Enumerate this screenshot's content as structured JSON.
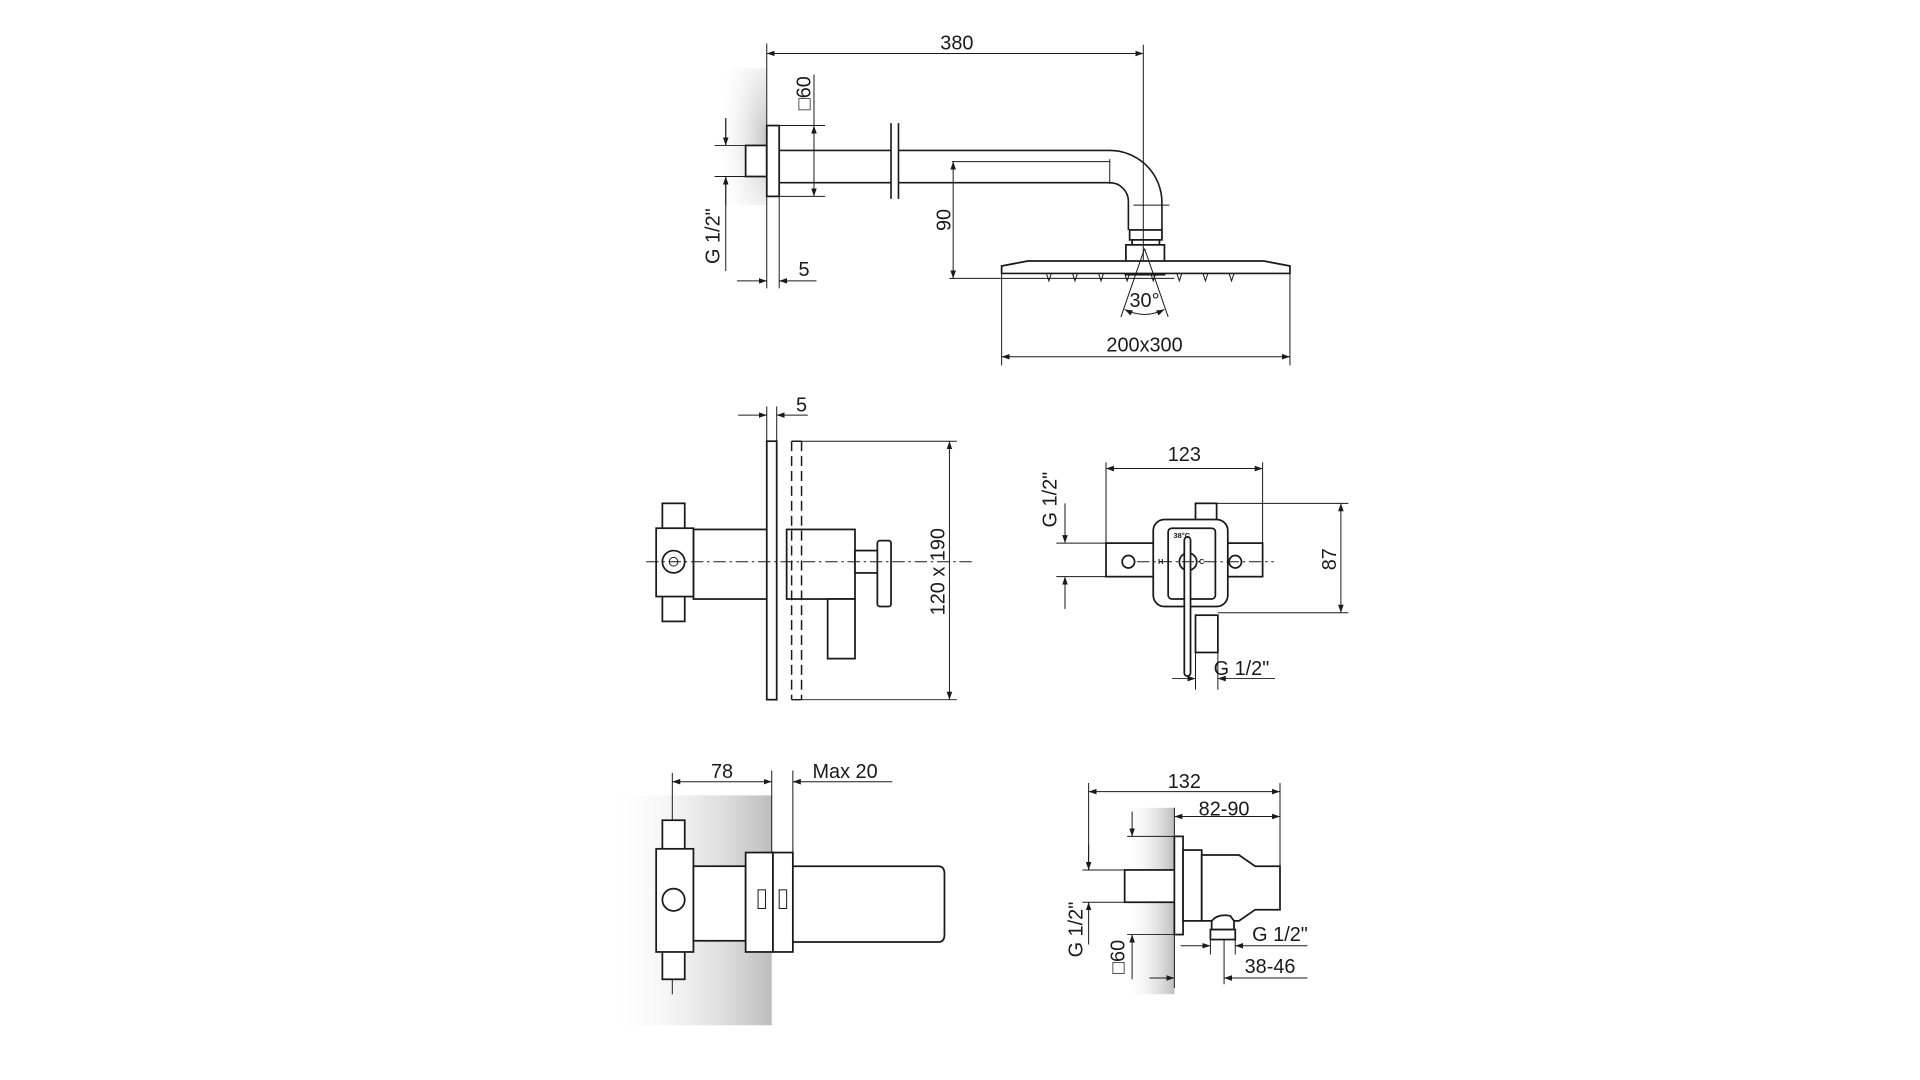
{
  "title": "Shower set technical drawing",
  "shower_arm": {
    "length": "380",
    "plate": "□60",
    "thread": "G 1/2\"",
    "plate_thickness": "5",
    "drop": "90",
    "spray_angle": "30°",
    "head_size": "200x300"
  },
  "mixer_side": {
    "plate_thickness": "5",
    "plate_size": "120 x 190"
  },
  "mixer_front": {
    "width": "123",
    "height": "87",
    "thread_left": "G 1/2\"",
    "thread_bottom": "G 1/2\"",
    "marks": {
      "temp": "38°C",
      "hot": "H",
      "cold": "C"
    }
  },
  "mixer_depth": {
    "depth": "78",
    "max": "Max 20"
  },
  "wall_outlet": {
    "length": "132",
    "projection": "82-90",
    "thread_left": "G 1/2\"",
    "plate": "□60",
    "thread_outlet": "G 1/2\"",
    "outlet_offset": "38-46"
  },
  "colors": {
    "line": "#1a1a1a",
    "shadow": "#c8c8c8"
  }
}
